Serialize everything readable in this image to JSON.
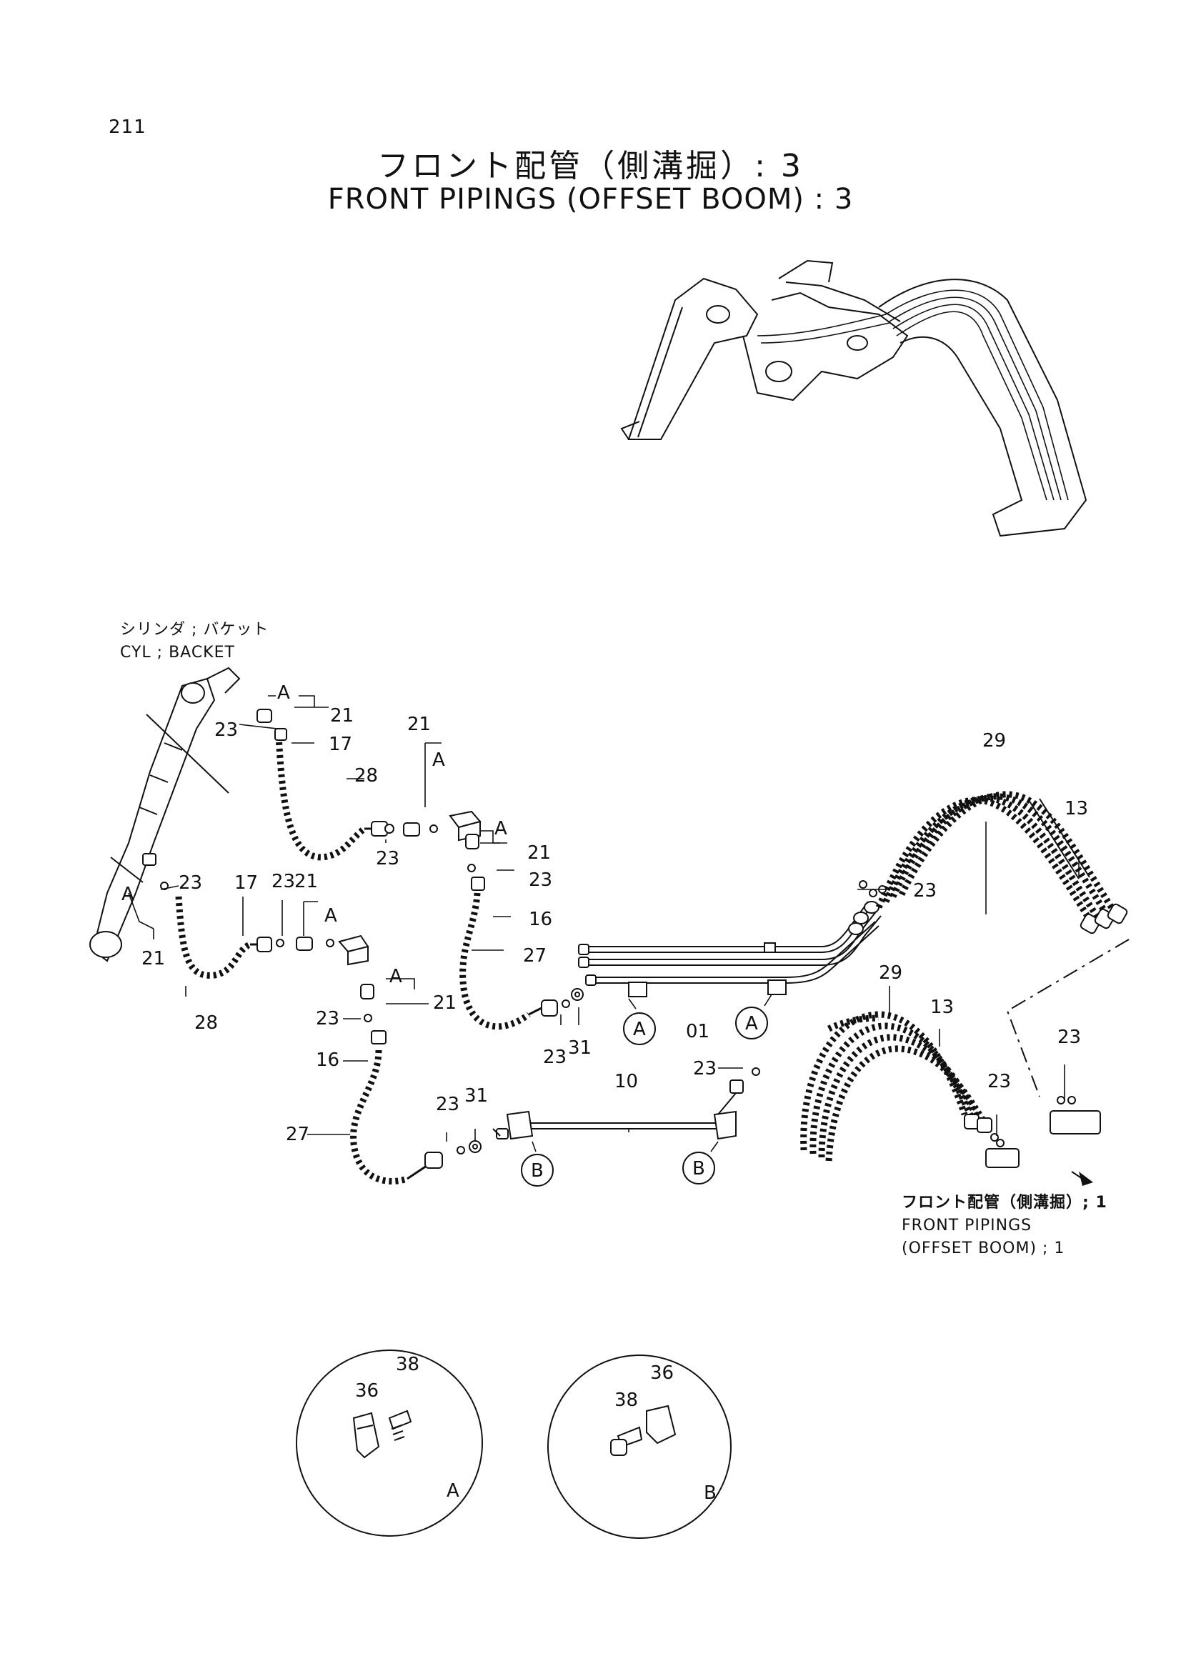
{
  "page_number": "211",
  "title_jp": "フロント配管（側溝掘）: 3",
  "title_en": "FRONT PIPINGS (OFFSET BOOM) : 3",
  "notes": {
    "cylinder_jp": "シリンダ ; バケット",
    "cylinder_en": "CYL ; BACKET",
    "ref_jp": "フロント配管（側溝掘）; 1",
    "ref_en_1": "FRONT PIPINGS",
    "ref_en_2": "(OFFSET BOOM) ; 1"
  },
  "part_labels": {
    "p01": "01",
    "p10": "10",
    "p13": "13",
    "p16": "16",
    "p17": "17",
    "p21": "21",
    "p23": "23",
    "p27": "27",
    "p28": "28",
    "p29": "29",
    "p31": "31",
    "p36": "36",
    "p38": "38"
  },
  "detail_markers": {
    "a": "A",
    "b": "B"
  }
}
